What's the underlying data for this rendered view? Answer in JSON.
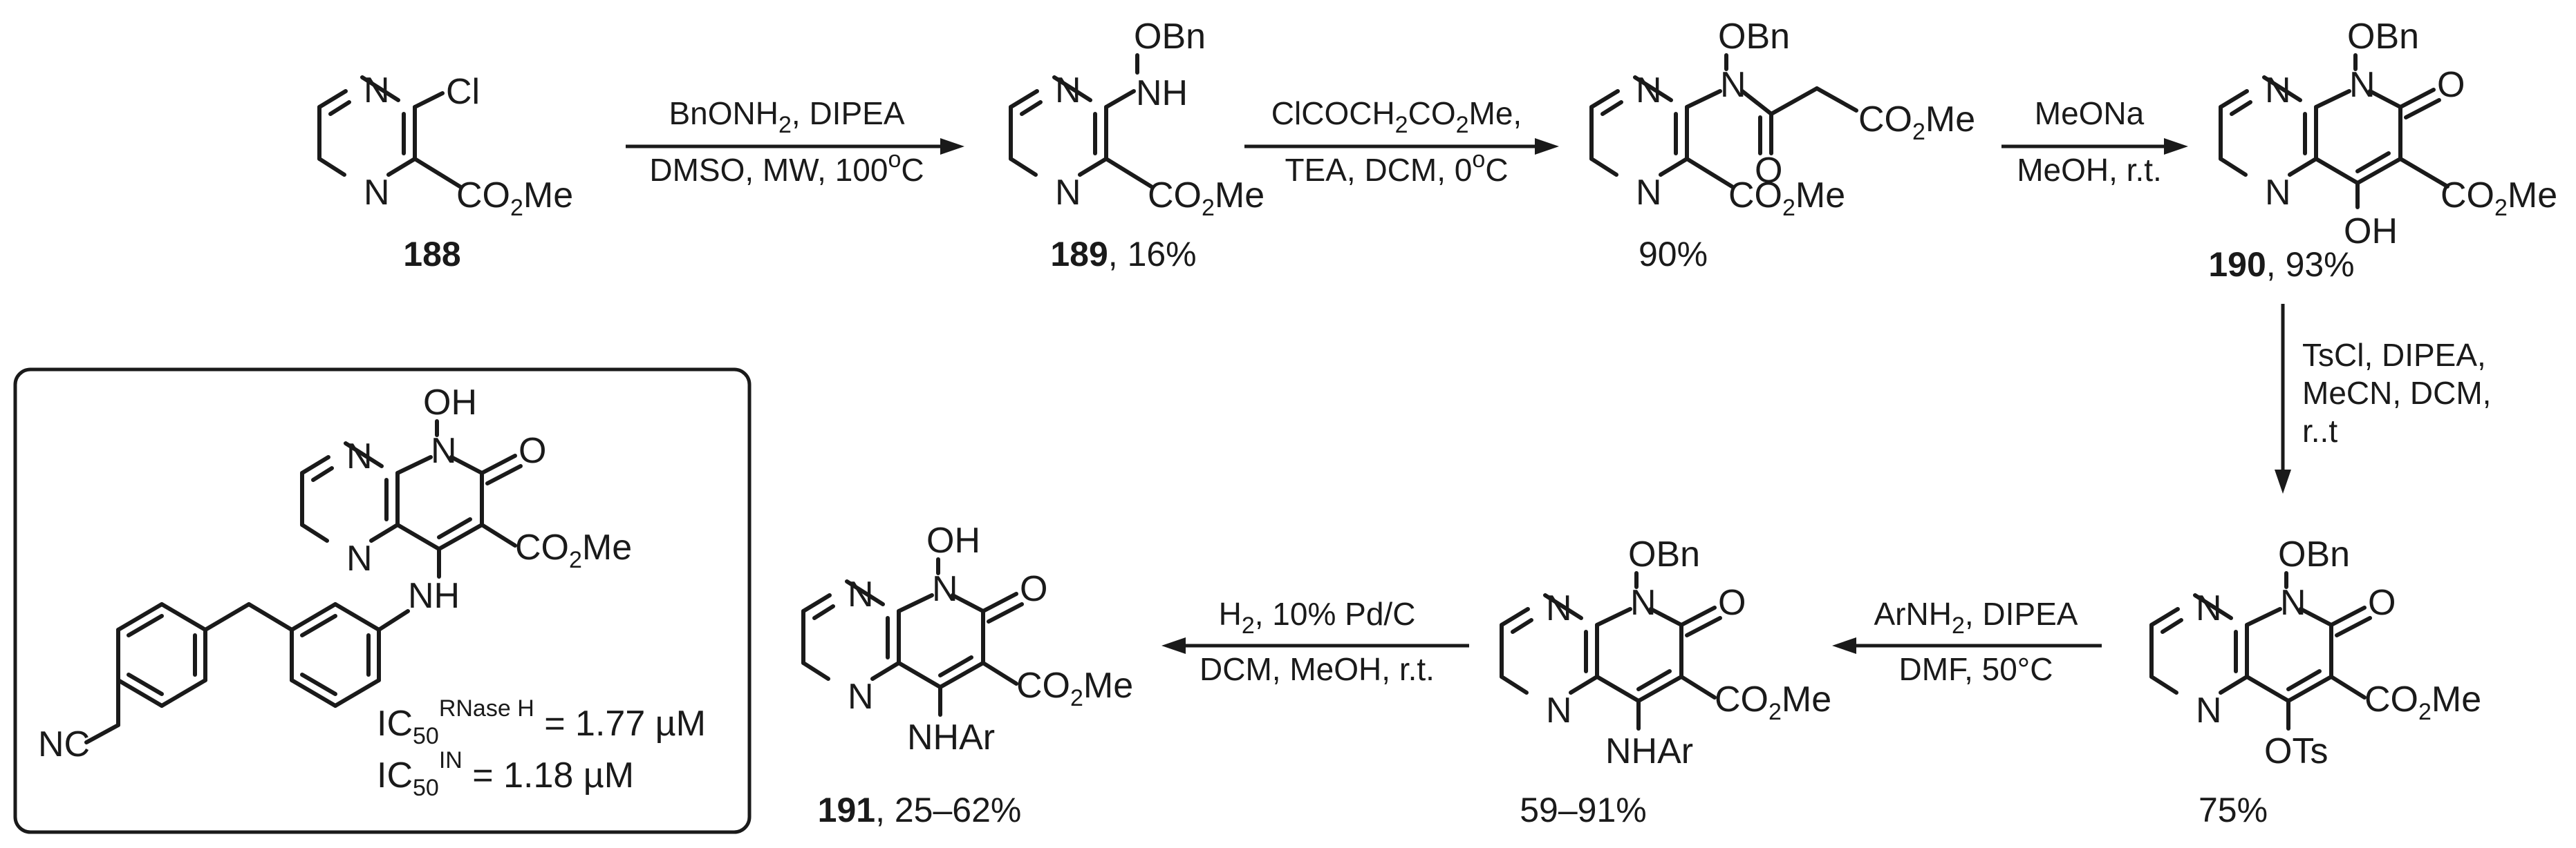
{
  "compounds": {
    "c188": {
      "label": "188",
      "cl": "Cl",
      "ester": "CO",
      "ester_sub": "2",
      "ester_tail": "Me",
      "n1": "N",
      "n2": "N"
    },
    "c189": {
      "label": "189",
      "yield": ", 16%",
      "obn": "OBn",
      "nh": "NH",
      "ester": "CO",
      "ester_sub": "2",
      "ester_tail": "Me",
      "n1": "N",
      "n2": "N"
    },
    "c_int": {
      "yield": "90%",
      "obn": "OBn",
      "n_amide": "N",
      "o": "O",
      "ester2": "CO",
      "ester2_sub": "2",
      "ester2_tail": "Me",
      "ester": "CO",
      "ester_sub": "2",
      "ester_tail": "Me",
      "n1": "N",
      "n2": "N"
    },
    "c190": {
      "label": "190",
      "yield": ", 93%",
      "obn": "OBn",
      "n_ring": "N",
      "o": "O",
      "oh": "OH",
      "ester": "CO",
      "ester_sub": "2",
      "ester_tail": "Me",
      "n1": "N",
      "n2": "N"
    },
    "c_ots": {
      "yield": "75%",
      "obn": "OBn",
      "n_ring": "N",
      "o": "O",
      "ots": "OTs",
      "ester": "CO",
      "ester_sub": "2",
      "ester_tail": "Me",
      "n1": "N",
      "n2": "N"
    },
    "c_nhar": {
      "yield": "59–91%",
      "obn": "OBn",
      "n_ring": "N",
      "o": "O",
      "nhar": "NHAr",
      "ester": "CO",
      "ester_sub": "2",
      "ester_tail": "Me",
      "n1": "N",
      "n2": "N"
    },
    "c191": {
      "label": "191",
      "yield": ", 25–62%",
      "oh": "OH",
      "n_ring": "N",
      "o": "O",
      "nhar": "NHAr",
      "ester": "CO",
      "ester_sub": "2",
      "ester_tail": "Me",
      "n1": "N",
      "n2": "N"
    }
  },
  "arrows": {
    "a1": {
      "top_pre": "BnONH",
      "top_sub": "2",
      "top_post": ", DIPEA",
      "bottom_pre": "DMSO, MW, 100",
      "bottom_sup": "o",
      "bottom_post": "C"
    },
    "a2": {
      "top_pre": "ClCOCH",
      "top_sub": "2",
      "top_mid": "CO",
      "top_sub2": "2",
      "top_post": "Me,",
      "bottom_pre": "TEA, DCM, 0",
      "bottom_sup": "o",
      "bottom_post": "C"
    },
    "a3": {
      "top": "MeONa",
      "bottom": "MeOH, r.t."
    },
    "a4": {
      "line1": "TsCl, DIPEA,",
      "line2": "MeCN, DCM,",
      "line3": "r..t"
    },
    "a5": {
      "top_pre": "ArNH",
      "top_sub": "2",
      "top_post": ", DIPEA",
      "bottom": "DMF, 50°C"
    },
    "a6": {
      "top_pre": "H",
      "top_sub": "2",
      "top_post": ", 10% Pd/C",
      "bottom": "DCM, MeOH, r.t."
    }
  },
  "inset": {
    "oh": "OH",
    "n_ring": "N",
    "o": "O",
    "nh": "NH",
    "nc": "NC",
    "ester": "CO",
    "ester_sub": "2",
    "ester_tail": "Me",
    "n1": "N",
    "n2": "N",
    "ic50": "IC",
    "ic50_sub": "50",
    "rnase_sup": "RNase H",
    "rnase_val": " = 1.77 µM",
    "in_sup": "IN",
    "in_val": " = 1.18 µM"
  }
}
